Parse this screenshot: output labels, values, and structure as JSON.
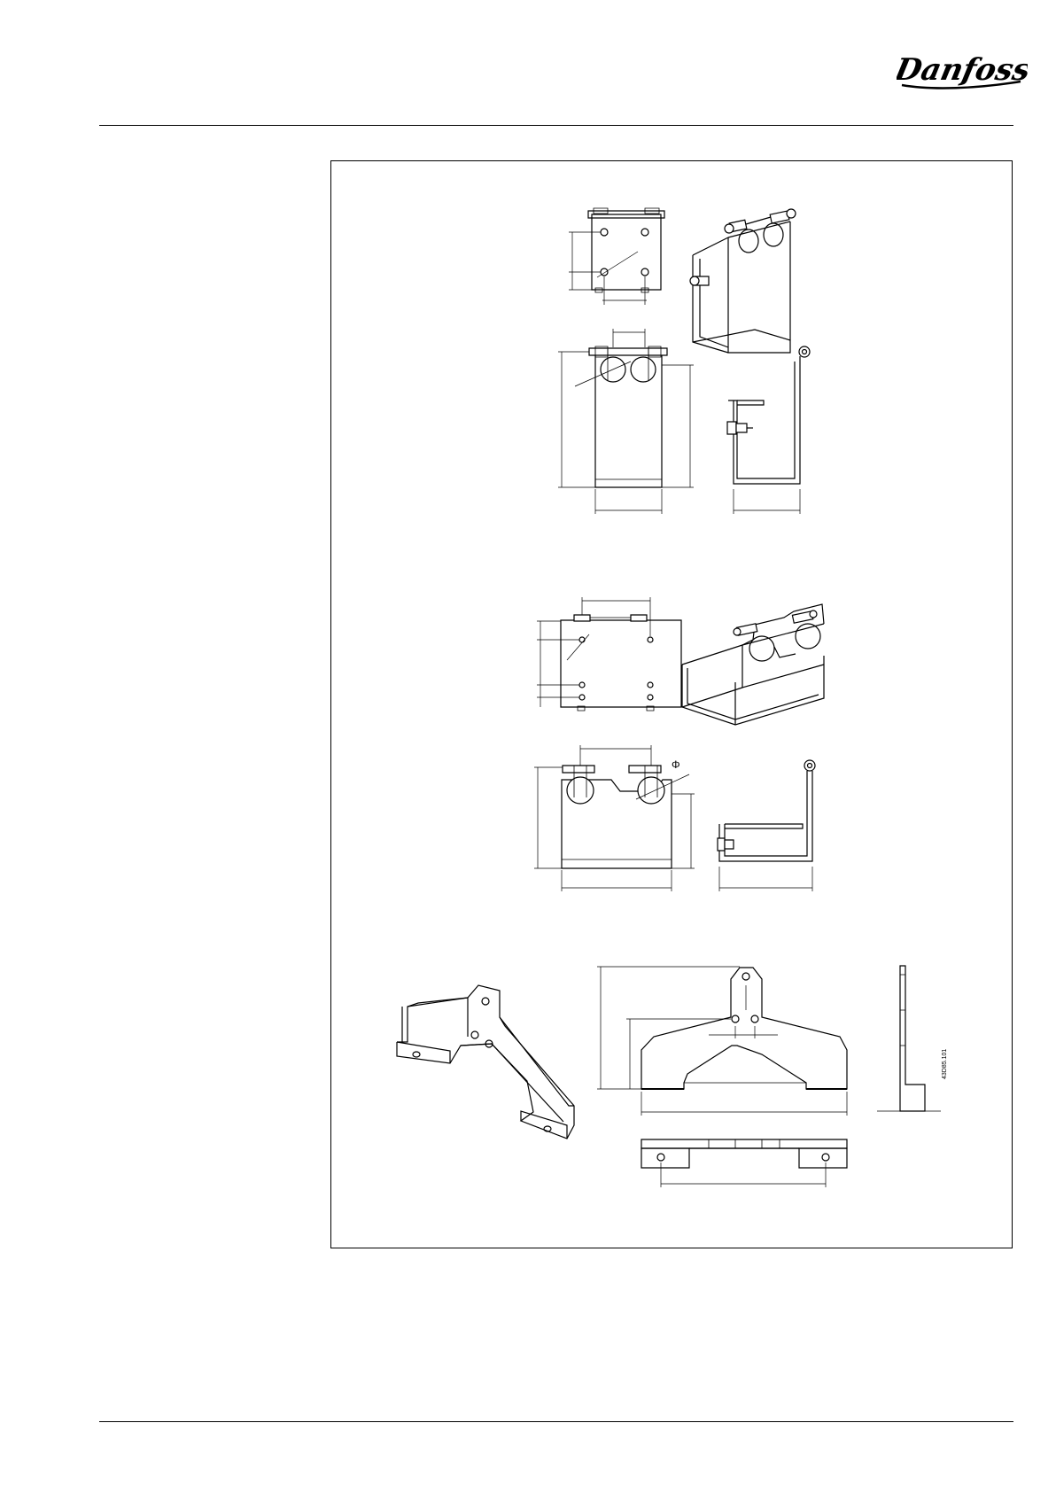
{
  "brand": {
    "name": "Danfoss",
    "color": "#000000"
  },
  "figure": {
    "drawing_code": "43D85.101",
    "diameter_symbol": "Φ",
    "views": [
      "bracket-1-top-view",
      "bracket-1-isometric-view",
      "bracket-1-front-view",
      "bracket-1-side-view",
      "bracket-2-top-view",
      "bracket-2-isometric-view",
      "bracket-2-front-view",
      "bracket-2-side-view",
      "bracket-3-isometric-view",
      "bracket-3-front-view",
      "bracket-3-side-view",
      "bracket-3-bottom-view"
    ]
  }
}
